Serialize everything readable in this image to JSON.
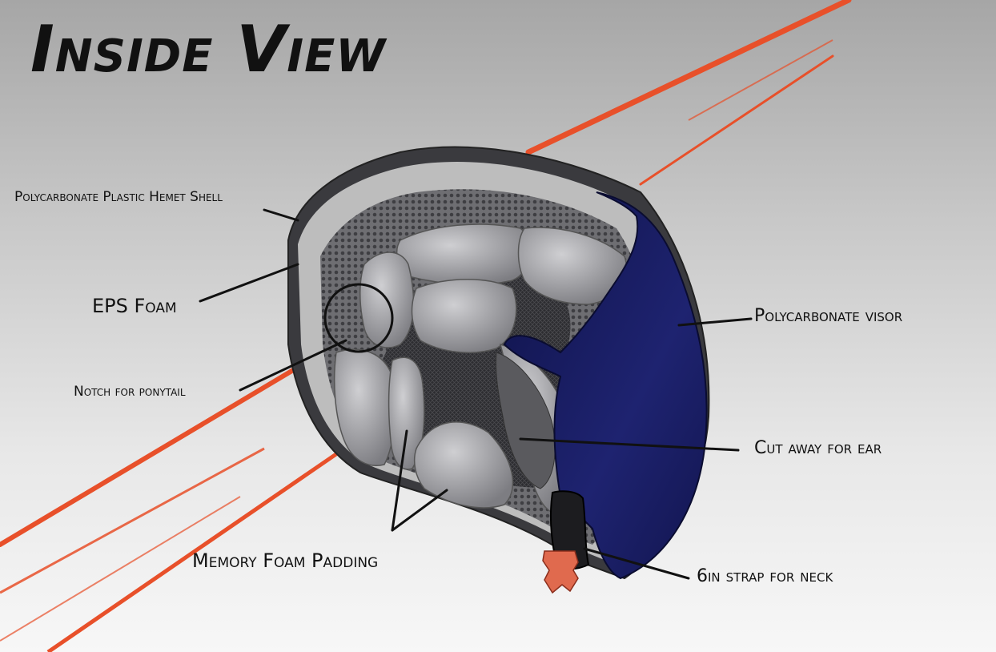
{
  "title": "Inside View",
  "labels": {
    "shell": "Polycarbonate Plastic Hemet Shell",
    "eps": "EPS Foam",
    "notch": "Notch for ponytail",
    "memory": "Memory Foam Padding",
    "visor": "Polycarbonate visor",
    "ear": "Cut away for ear",
    "strap": "6in strap for neck"
  },
  "colors": {
    "accent_stripes": "#e8502a",
    "visor": "#161a5c",
    "shell": "#3a3a3e",
    "eps": "#bdbdbd",
    "padding": "#8c8c90",
    "strap_clip": "#e06a4e"
  }
}
